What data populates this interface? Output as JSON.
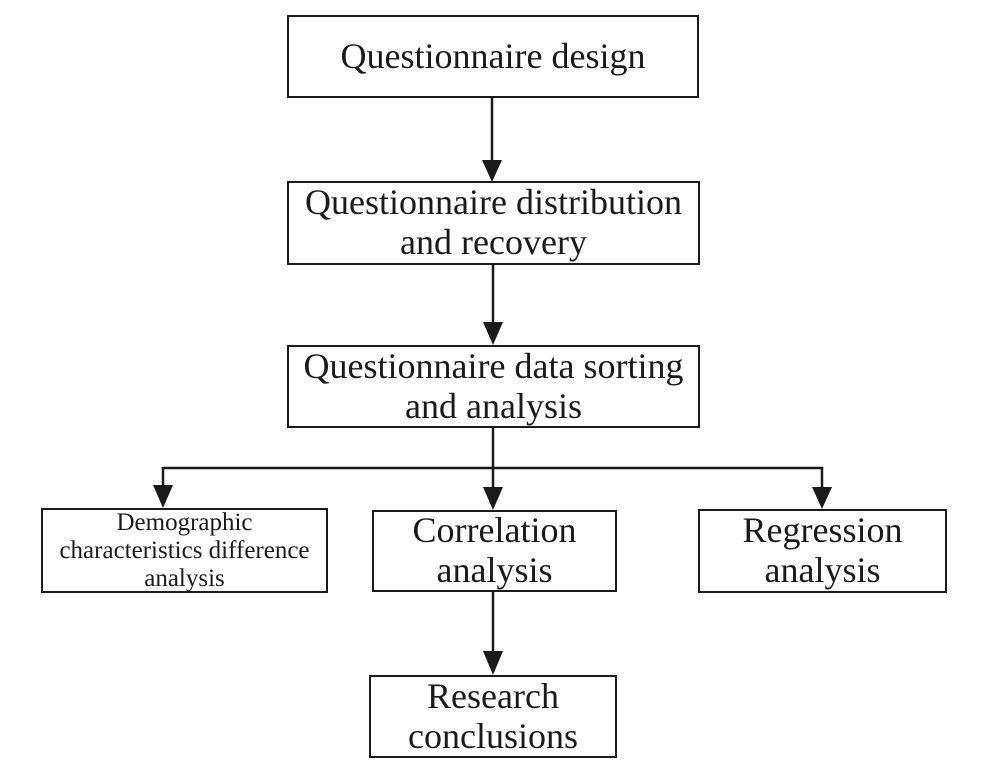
{
  "colors": {
    "line": "#1a1a1a",
    "background": "#ffffff",
    "text": "#1a1a1a"
  },
  "flowchart": {
    "nodes": {
      "design": {
        "label": "Questionnaire design"
      },
      "distribution": {
        "label": "Questionnaire distribution\nand recovery"
      },
      "sorting": {
        "label": "Questionnaire data sorting\nand analysis"
      },
      "demographic": {
        "label": "Demographic\ncharacteristics difference\nanalysis"
      },
      "correlation": {
        "label": "Correlation\nanalysis"
      },
      "regression": {
        "label": "Regression\nanalysis"
      },
      "conclusions": {
        "label": "Research\nconclusions"
      }
    },
    "edges": [
      {
        "from": "design",
        "to": "distribution"
      },
      {
        "from": "distribution",
        "to": "sorting"
      },
      {
        "from": "sorting",
        "to": "demographic"
      },
      {
        "from": "sorting",
        "to": "correlation"
      },
      {
        "from": "sorting",
        "to": "regression"
      },
      {
        "from": "correlation",
        "to": "conclusions"
      }
    ]
  }
}
